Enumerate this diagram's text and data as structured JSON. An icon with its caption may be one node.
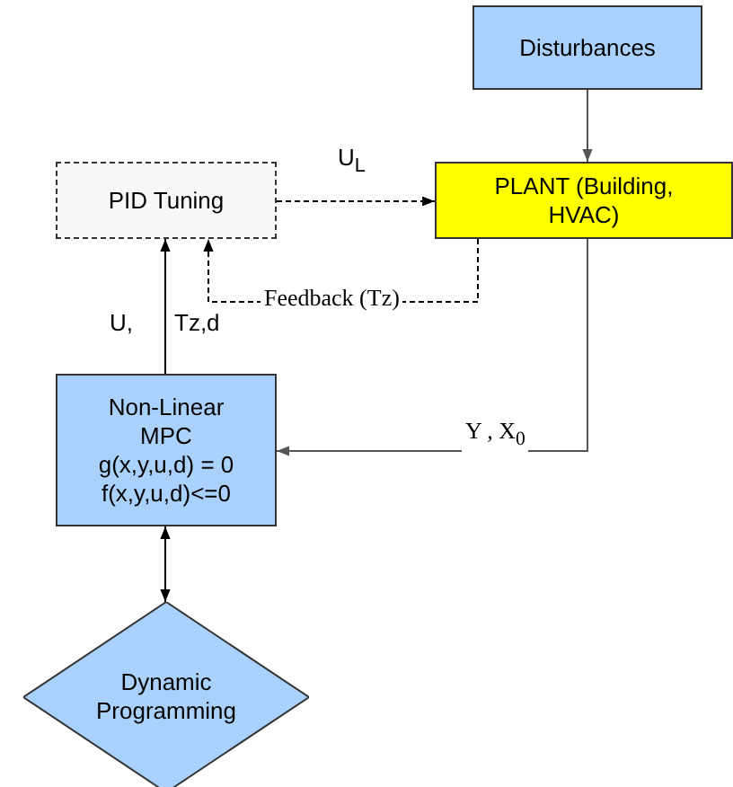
{
  "diagram": {
    "nodes": [
      {
        "text": [
          "Disturbances"
        ]
      },
      {
        "text": [
          "PID Tuning"
        ]
      },
      {
        "text": [
          "PLANT (Building, HVAC)"
        ]
      },
      {
        "text": [
          "Non-Linear MPC",
          "g(x,y,u,d) = 0",
          "f(x,y,u,d)<=0"
        ]
      },
      {
        "text": [
          "Dynamic Programming"
        ]
      }
    ],
    "edges": [
      {
        "from": 0,
        "to": 2,
        "arrow": "to",
        "color": "#555555"
      },
      {
        "from": 1,
        "to": 2,
        "arrow": "to",
        "style": "dashed",
        "label": "U$_{L}$"
      },
      {
        "from": 2,
        "to": 3,
        "arrow": "to",
        "color": "#555555",
        "label": "Y , X$_{0}$"
      },
      {
        "from": 3,
        "to": 1,
        "arrow": "to",
        "label": "U,"
      },
      {
        "from": 2,
        "to": 1,
        "arrow": "to",
        "style": "dashed",
        "label": "Feedback (Tz)"
      },
      {
        "from": 3,
        "to": 4,
        "arrow": "both"
      }
    ],
    "labels": [
      "Tz,d"
    ]
  }
}
